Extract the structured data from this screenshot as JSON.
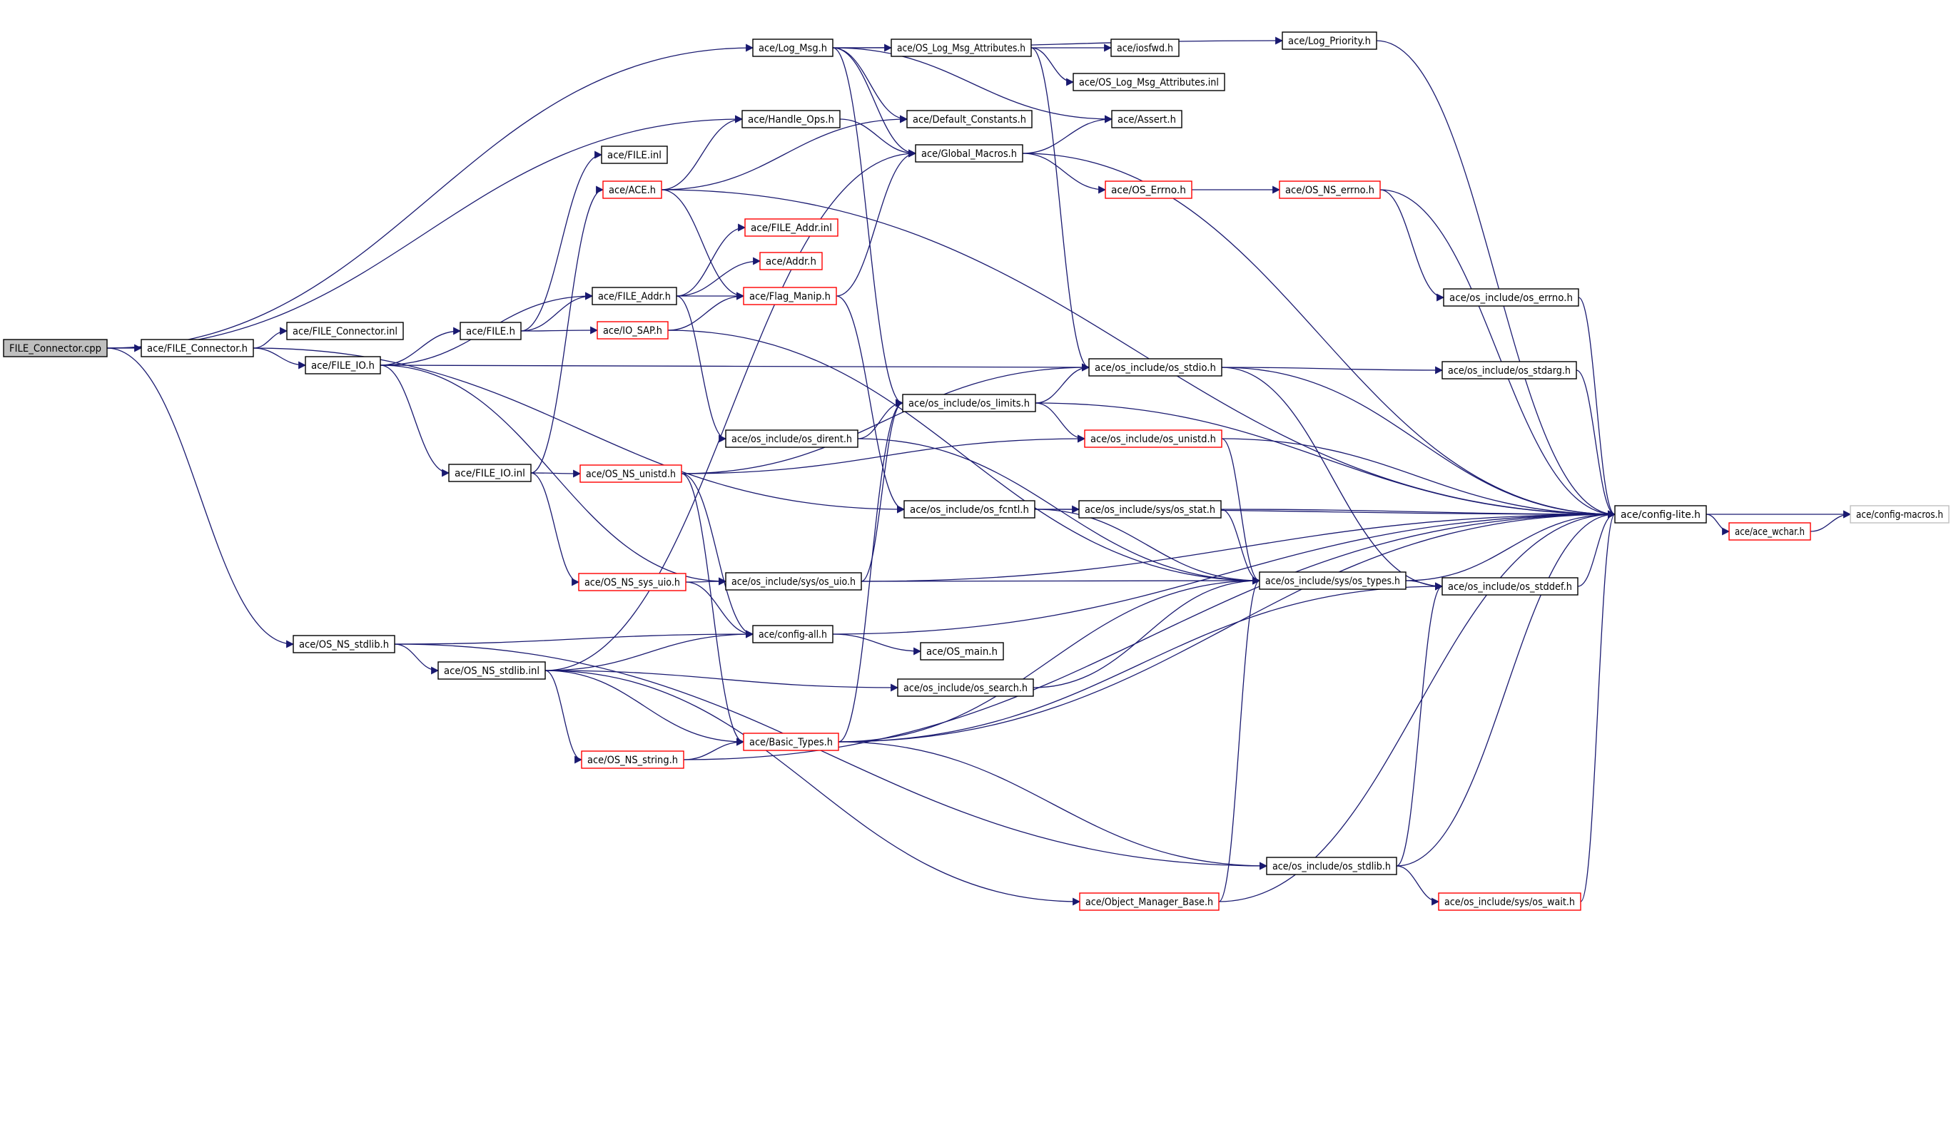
{
  "colors": {
    "edge": "#191970",
    "border_normal": "#000000",
    "border_truncated": "#ff0000",
    "border_undocumented": "#bfbfbf",
    "fill_normal": "#ffffff",
    "fill_current": "#bfbfbf",
    "text": "#000000"
  },
  "nodes": [
    {
      "id": "file_connector_cpp",
      "label": "FILE_Connector.cpp",
      "kind": "current"
    },
    {
      "id": "file_connector_h",
      "label": "ace/FILE_Connector.h",
      "kind": "normal"
    },
    {
      "id": "file_connector_inl",
      "label": "ace/FILE_Connector.inl",
      "kind": "normal"
    },
    {
      "id": "file_h",
      "label": "ace/FILE.h",
      "kind": "normal"
    },
    {
      "id": "file_io_h",
      "label": "ace/FILE_IO.h",
      "kind": "normal"
    },
    {
      "id": "file_io_inl",
      "label": "ace/FILE_IO.inl",
      "kind": "normal"
    },
    {
      "id": "os_ns_stdlib_h",
      "label": "ace/OS_NS_stdlib.h",
      "kind": "normal"
    },
    {
      "id": "os_ns_stdlib_inl",
      "label": "ace/OS_NS_stdlib.inl",
      "kind": "normal"
    },
    {
      "id": "file_inl",
      "label": "ace/FILE.inl",
      "kind": "normal"
    },
    {
      "id": "ace_h",
      "label": "ace/ACE.h",
      "kind": "truncated"
    },
    {
      "id": "file_addr_h",
      "label": "ace/FILE_Addr.h",
      "kind": "normal"
    },
    {
      "id": "io_sap_h",
      "label": "ace/IO_SAP.h",
      "kind": "truncated"
    },
    {
      "id": "os_ns_unistd_h",
      "label": "ace/OS_NS_unistd.h",
      "kind": "truncated"
    },
    {
      "id": "os_ns_sys_uio_h",
      "label": "ace/OS_NS_sys_uio.h",
      "kind": "truncated"
    },
    {
      "id": "os_ns_string_h",
      "label": "ace/OS_NS_string.h",
      "kind": "truncated"
    },
    {
      "id": "log_msg_h",
      "label": "ace/Log_Msg.h",
      "kind": "normal"
    },
    {
      "id": "handle_ops_h",
      "label": "ace/Handle_Ops.h",
      "kind": "normal"
    },
    {
      "id": "file_addr_inl",
      "label": "ace/FILE_Addr.inl",
      "kind": "truncated"
    },
    {
      "id": "addr_h",
      "label": "ace/Addr.h",
      "kind": "truncated"
    },
    {
      "id": "flag_manip_h",
      "label": "ace/Flag_Manip.h",
      "kind": "truncated"
    },
    {
      "id": "config_all_h",
      "label": "ace/config-all.h",
      "kind": "normal"
    },
    {
      "id": "basic_types_h",
      "label": "ace/Basic_Types.h",
      "kind": "truncated"
    },
    {
      "id": "os_log_msg_attributes_h",
      "label": "ace/OS_Log_Msg_Attributes.h",
      "kind": "normal"
    },
    {
      "id": "default_constants_h",
      "label": "ace/Default_Constants.h",
      "kind": "normal"
    },
    {
      "id": "global_macros_h",
      "label": "ace/Global_Macros.h",
      "kind": "normal"
    },
    {
      "id": "os_include_os_limits_h",
      "label": "ace/os_include/os_limits.h",
      "kind": "normal"
    },
    {
      "id": "os_include_os_dirent_h",
      "label": "ace/os_include/os_dirent.h",
      "kind": "normal"
    },
    {
      "id": "os_include_os_fcntl_h",
      "label": "ace/os_include/os_fcntl.h",
      "kind": "normal"
    },
    {
      "id": "os_include_sys_os_uio_h",
      "label": "ace/os_include/sys/os_uio.h",
      "kind": "normal"
    },
    {
      "id": "os_main_h",
      "label": "ace/OS_main.h",
      "kind": "normal"
    },
    {
      "id": "os_include_os_search_h",
      "label": "ace/os_include/os_search.h",
      "kind": "normal"
    },
    {
      "id": "object_manager_base_h",
      "label": "ace/Object_Manager_Base.h",
      "kind": "truncated"
    },
    {
      "id": "iosfwd_h",
      "label": "ace/iosfwd.h",
      "kind": "normal"
    },
    {
      "id": "os_log_msg_attributes_inl",
      "label": "ace/OS_Log_Msg_Attributes.inl",
      "kind": "normal"
    },
    {
      "id": "assert_h",
      "label": "ace/Assert.h",
      "kind": "normal"
    },
    {
      "id": "os_errno_h",
      "label": "ace/OS_Errno.h",
      "kind": "truncated"
    },
    {
      "id": "os_include_os_stdio_h",
      "label": "ace/os_include/os_stdio.h",
      "kind": "normal"
    },
    {
      "id": "os_include_os_unistd_h",
      "label": "ace/os_include/os_unistd.h",
      "kind": "truncated"
    },
    {
      "id": "os_include_sys_os_stat_h",
      "label": "ace/os_include/sys/os_stat.h",
      "kind": "normal"
    },
    {
      "id": "os_include_sys_os_types_h",
      "label": "ace/os_include/sys/os_types.h",
      "kind": "normal"
    },
    {
      "id": "os_include_os_stdlib_h",
      "label": "ace/os_include/os_stdlib.h",
      "kind": "normal"
    },
    {
      "id": "log_priority_h",
      "label": "ace/Log_Priority.h",
      "kind": "normal"
    },
    {
      "id": "os_ns_errno_h",
      "label": "ace/OS_NS_errno.h",
      "kind": "truncated"
    },
    {
      "id": "os_include_os_errno_h",
      "label": "ace/os_include/os_errno.h",
      "kind": "normal"
    },
    {
      "id": "os_include_os_stdarg_h",
      "label": "ace/os_include/os_stdarg.h",
      "kind": "normal"
    },
    {
      "id": "os_include_os_stddef_h",
      "label": "ace/os_include/os_stddef.h",
      "kind": "normal"
    },
    {
      "id": "os_include_sys_os_wait_h",
      "label": "ace/os_include/sys/os_wait.h",
      "kind": "truncated"
    },
    {
      "id": "config_lite_h",
      "label": "ace/config-lite.h",
      "kind": "normal"
    },
    {
      "id": "ace_wchar_h",
      "label": "ace/ace_wchar.h",
      "kind": "truncated"
    },
    {
      "id": "config_macros_h",
      "label": "ace/config-macros.h",
      "kind": "undocumented"
    }
  ],
  "edges": [
    [
      "file_connector_cpp",
      "file_connector_h"
    ],
    [
      "file_connector_cpp",
      "log_msg_h"
    ],
    [
      "file_connector_cpp",
      "handle_ops_h"
    ],
    [
      "file_connector_cpp",
      "os_ns_stdlib_h"
    ],
    [
      "file_connector_h",
      "file_connector_inl"
    ],
    [
      "file_connector_h",
      "file_io_h"
    ],
    [
      "file_connector_h",
      "os_include_os_fcntl_h"
    ],
    [
      "file_io_h",
      "file_h"
    ],
    [
      "file_io_h",
      "file_addr_h"
    ],
    [
      "file_io_h",
      "file_io_inl"
    ],
    [
      "file_io_h",
      "os_include_os_stdio_h"
    ],
    [
      "file_io_h",
      "os_include_sys_os_uio_h"
    ],
    [
      "file_h",
      "file_inl"
    ],
    [
      "file_h",
      "file_addr_h"
    ],
    [
      "file_h",
      "io_sap_h"
    ],
    [
      "file_io_inl",
      "os_ns_unistd_h"
    ],
    [
      "file_io_inl",
      "os_ns_sys_uio_h"
    ],
    [
      "file_io_inl",
      "ace_h"
    ],
    [
      "os_ns_stdlib_h",
      "os_ns_stdlib_inl"
    ],
    [
      "os_ns_stdlib_h",
      "config_all_h"
    ],
    [
      "os_ns_stdlib_h",
      "os_include_os_stdlib_h"
    ],
    [
      "os_ns_stdlib_inl",
      "config_all_h"
    ],
    [
      "os_ns_stdlib_inl",
      "os_ns_string_h"
    ],
    [
      "os_ns_stdlib_inl",
      "basic_types_h"
    ],
    [
      "os_ns_stdlib_inl",
      "os_include_os_search_h"
    ],
    [
      "os_ns_stdlib_inl",
      "object_manager_base_h"
    ],
    [
      "os_ns_stdlib_inl",
      "global_macros_h"
    ],
    [
      "ace_h",
      "handle_ops_h"
    ],
    [
      "ace_h",
      "flag_manip_h"
    ],
    [
      "ace_h",
      "config_lite_h"
    ],
    [
      "ace_h",
      "default_constants_h"
    ],
    [
      "file_addr_h",
      "file_addr_inl"
    ],
    [
      "file_addr_h",
      "addr_h"
    ],
    [
      "file_addr_h",
      "flag_manip_h"
    ],
    [
      "file_addr_h",
      "os_include_os_dirent_h"
    ],
    [
      "io_sap_h",
      "flag_manip_h"
    ],
    [
      "io_sap_h",
      "os_include_sys_os_types_h"
    ],
    [
      "os_ns_unistd_h",
      "os_include_os_unistd_h"
    ],
    [
      "os_ns_unistd_h",
      "basic_types_h"
    ],
    [
      "os_ns_unistd_h",
      "config_all_h"
    ],
    [
      "os_ns_unistd_h",
      "os_include_os_stdio_h"
    ],
    [
      "os_ns_sys_uio_h",
      "os_include_sys_os_uio_h"
    ],
    [
      "os_ns_sys_uio_h",
      "config_all_h"
    ],
    [
      "os_ns_string_h",
      "basic_types_h"
    ],
    [
      "os_ns_string_h",
      "config_lite_h"
    ],
    [
      "log_msg_h",
      "os_log_msg_attributes_h"
    ],
    [
      "log_msg_h",
      "default_constants_h"
    ],
    [
      "log_msg_h",
      "assert_h"
    ],
    [
      "log_msg_h",
      "log_priority_h"
    ],
    [
      "log_msg_h",
      "global_macros_h"
    ],
    [
      "log_msg_h",
      "os_include_os_limits_h"
    ],
    [
      "handle_ops_h",
      "global_macros_h"
    ],
    [
      "flag_manip_h",
      "global_macros_h"
    ],
    [
      "flag_manip_h",
      "os_include_os_fcntl_h"
    ],
    [
      "config_all_h",
      "os_main_h"
    ],
    [
      "config_all_h",
      "config_lite_h"
    ],
    [
      "basic_types_h",
      "os_include_os_limits_h"
    ],
    [
      "basic_types_h",
      "os_include_os_stdlib_h"
    ],
    [
      "basic_types_h",
      "config_lite_h"
    ],
    [
      "basic_types_h",
      "os_include_sys_os_types_h"
    ],
    [
      "basic_types_h",
      "os_include_os_stddef_h"
    ],
    [
      "os_log_msg_attributes_h",
      "iosfwd_h"
    ],
    [
      "os_log_msg_attributes_h",
      "os_log_msg_attributes_inl"
    ],
    [
      "os_log_msg_attributes_h",
      "os_include_os_stdio_h"
    ],
    [
      "global_macros_h",
      "assert_h"
    ],
    [
      "global_macros_h",
      "os_errno_h"
    ],
    [
      "global_macros_h",
      "config_lite_h"
    ],
    [
      "os_include_os_limits_h",
      "os_include_os_unistd_h"
    ],
    [
      "os_include_os_limits_h",
      "os_include_os_stdio_h"
    ],
    [
      "os_include_os_limits_h",
      "config_lite_h"
    ],
    [
      "os_include_os_dirent_h",
      "os_include_os_limits_h"
    ],
    [
      "os_include_os_dirent_h",
      "os_include_sys_os_types_h"
    ],
    [
      "os_include_os_fcntl_h",
      "os_include_sys_os_stat_h"
    ],
    [
      "os_include_os_fcntl_h",
      "os_include_sys_os_types_h"
    ],
    [
      "os_include_os_fcntl_h",
      "config_lite_h"
    ],
    [
      "os_include_sys_os_uio_h",
      "os_include_os_limits_h"
    ],
    [
      "os_include_sys_os_uio_h",
      "os_include_sys_os_types_h"
    ],
    [
      "os_include_sys_os_uio_h",
      "config_lite_h"
    ],
    [
      "os_include_os_search_h",
      "os_include_sys_os_types_h"
    ],
    [
      "object_manager_base_h",
      "os_include_sys_os_types_h"
    ],
    [
      "object_manager_base_h",
      "config_lite_h"
    ],
    [
      "os_errno_h",
      "os_ns_errno_h"
    ],
    [
      "os_ns_errno_h",
      "os_include_os_errno_h"
    ],
    [
      "os_ns_errno_h",
      "config_lite_h"
    ],
    [
      "os_include_os_errno_h",
      "config_lite_h"
    ],
    [
      "os_include_os_stdio_h",
      "os_include_os_stdarg_h"
    ],
    [
      "os_include_os_stdio_h",
      "os_include_os_stddef_h"
    ],
    [
      "os_include_os_stdio_h",
      "config_lite_h"
    ],
    [
      "os_include_os_unistd_h",
      "os_include_sys_os_types_h"
    ],
    [
      "os_include_os_unistd_h",
      "config_lite_h"
    ],
    [
      "os_include_sys_os_stat_h",
      "os_include_sys_os_types_h"
    ],
    [
      "os_include_sys_os_stat_h",
      "config_lite_h"
    ],
    [
      "os_include_sys_os_types_h",
      "os_include_os_stddef_h"
    ],
    [
      "os_include_sys_os_types_h",
      "config_lite_h"
    ],
    [
      "os_include_os_stdlib_h",
      "os_include_sys_os_wait_h"
    ],
    [
      "os_include_os_stdlib_h",
      "os_include_os_stddef_h"
    ],
    [
      "os_include_os_stdlib_h",
      "config_lite_h"
    ],
    [
      "os_include_sys_os_wait_h",
      "config_lite_h"
    ],
    [
      "os_include_os_stdarg_h",
      "config_lite_h"
    ],
    [
      "os_include_os_stddef_h",
      "config_lite_h"
    ],
    [
      "log_priority_h",
      "config_lite_h"
    ],
    [
      "config_lite_h",
      "config_macros_h"
    ],
    [
      "config_lite_h",
      "ace_wchar_h"
    ],
    [
      "ace_wchar_h",
      "config_macros_h"
    ]
  ]
}
